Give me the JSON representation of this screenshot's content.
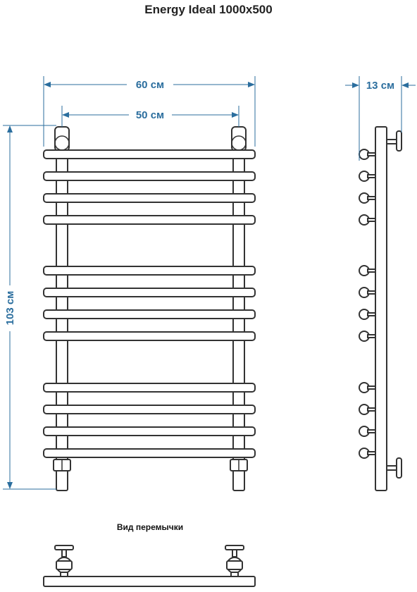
{
  "title": "Energy Ideal 1000x500",
  "dimensions": {
    "overall_width": "60 см",
    "pipe_spacing": "50 см",
    "height": "103 см",
    "depth": "13 см"
  },
  "bridge_view_caption": "Вид перемычки",
  "colors": {
    "dimension": "#2b6e9e",
    "outline": "#333333",
    "fill": "#ffffff"
  },
  "rung_groups": [
    4,
    4,
    4
  ]
}
